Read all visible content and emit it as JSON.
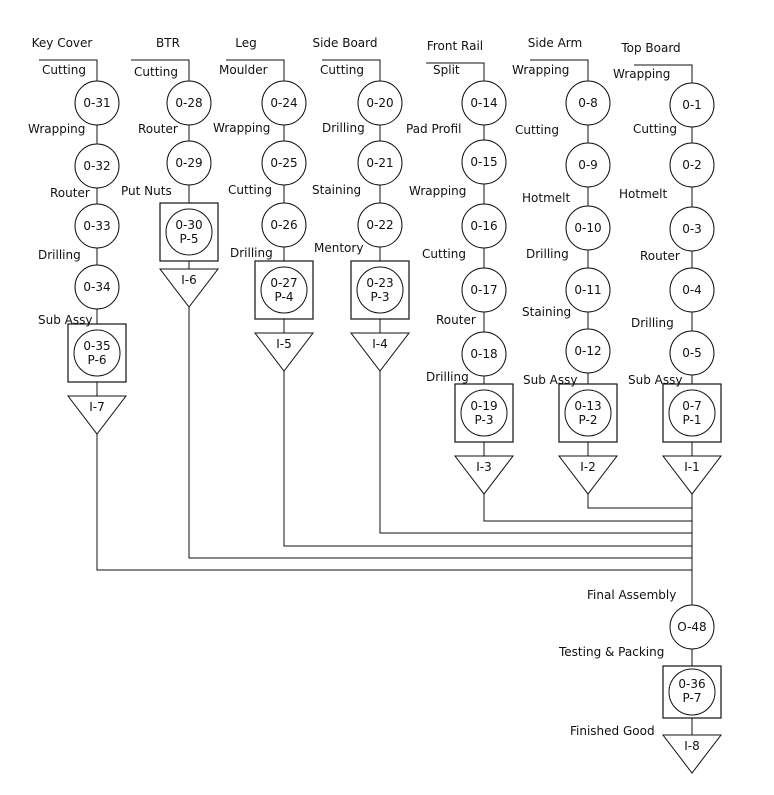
{
  "columns": [
    {
      "title": "Key Cover",
      "steps": [
        {
          "label": "Cutting",
          "node": "0-31",
          "kind": "op"
        },
        {
          "label": "Wrapping",
          "node": "0-32",
          "kind": "op"
        },
        {
          "label": "Router",
          "node": "0-33",
          "kind": "op"
        },
        {
          "label": "Drilling",
          "node": "0-34",
          "kind": "op"
        },
        {
          "label": "Sub Assy",
          "node": "0-35",
          "kind": "combo",
          "sub": "P-6"
        }
      ],
      "inventory": "I-7"
    },
    {
      "title": "BTR",
      "steps": [
        {
          "label": "Cutting",
          "node": "0-28",
          "kind": "op"
        },
        {
          "label": "Router",
          "node": "0-29",
          "kind": "op"
        },
        {
          "label": "Put Nuts",
          "node": "0-30",
          "kind": "combo",
          "sub": "P-5"
        }
      ],
      "inventory": "I-6"
    },
    {
      "title": "Leg",
      "steps": [
        {
          "label": "Moulder",
          "node": "0-24",
          "kind": "op"
        },
        {
          "label": "Wrapping",
          "node": "0-25",
          "kind": "op"
        },
        {
          "label": "Cutting",
          "node": "0-26",
          "kind": "op"
        },
        {
          "label": "Drilling",
          "node": "0-27",
          "kind": "combo",
          "sub": "P-4"
        }
      ],
      "inventory": "I-5"
    },
    {
      "title": "Side Board",
      "steps": [
        {
          "label": "Cutting",
          "node": "0-20",
          "kind": "op"
        },
        {
          "label": "Drilling",
          "node": "0-21",
          "kind": "op"
        },
        {
          "label": "Staining",
          "node": "0-22",
          "kind": "op"
        },
        {
          "label": "Mentory",
          "node": "0-23",
          "kind": "combo",
          "sub": "P-3"
        }
      ],
      "inventory": "I-4"
    },
    {
      "title": "Front Rail",
      "steps": [
        {
          "label": "Split",
          "node": "0-14",
          "kind": "op"
        },
        {
          "label": "Pad Profil",
          "node": "0-15",
          "kind": "op"
        },
        {
          "label": "Wrapping",
          "node": "0-16",
          "kind": "op"
        },
        {
          "label": "Cutting",
          "node": "0-17",
          "kind": "op"
        },
        {
          "label": "Router",
          "node": "0-18",
          "kind": "op"
        },
        {
          "label": "Drilling",
          "node": "0-19",
          "kind": "combo",
          "sub": "P-3"
        }
      ],
      "inventory": "I-3"
    },
    {
      "title": "Side Arm",
      "steps": [
        {
          "label": "Wrapping",
          "node": "0-8",
          "kind": "op"
        },
        {
          "label": "Cutting",
          "node": "0-9",
          "kind": "op"
        },
        {
          "label": "Hotmelt",
          "node": "0-10",
          "kind": "op"
        },
        {
          "label": "Drilling",
          "node": "0-11",
          "kind": "op"
        },
        {
          "label": "Staining",
          "node": "0-12",
          "kind": "op"
        },
        {
          "label": "Sub Assy",
          "node": "0-13",
          "kind": "combo",
          "sub": "P-2"
        }
      ],
      "inventory": "I-2"
    },
    {
      "title": "Top Board",
      "steps": [
        {
          "label": "Wrapping",
          "node": "0-1",
          "kind": "op"
        },
        {
          "label": "Cutting",
          "node": "0-2",
          "kind": "op"
        },
        {
          "label": "Hotmelt",
          "node": "0-3",
          "kind": "op"
        },
        {
          "label": "Router",
          "node": "0-4",
          "kind": "op"
        },
        {
          "label": "Drilling",
          "node": "0-5",
          "kind": "op"
        },
        {
          "label": "Sub Assy",
          "node": "0-7",
          "kind": "combo",
          "sub": "P-1"
        }
      ],
      "inventory": "I-1"
    }
  ],
  "final": {
    "steps": [
      {
        "label": "Final Assembly",
        "node": "O-48",
        "kind": "op"
      },
      {
        "label": "Testing & Packing",
        "node": "0-36",
        "kind": "combo",
        "sub": "P-7"
      }
    ],
    "end_label": "Finished Good",
    "inventory": "I-8"
  }
}
